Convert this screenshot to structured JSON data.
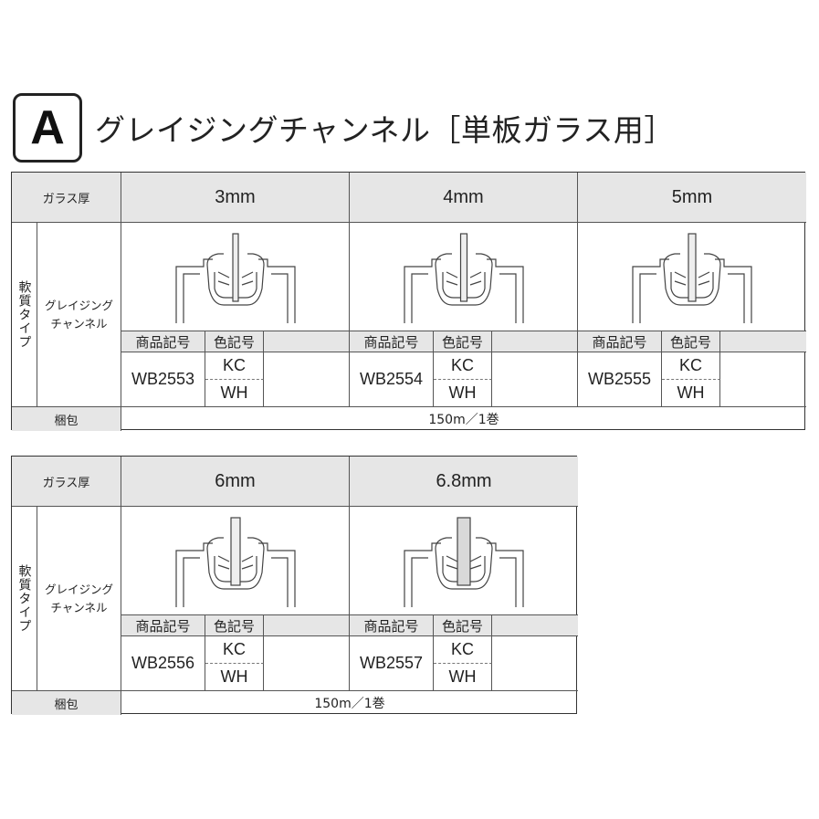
{
  "header": {
    "badge": "A",
    "title": "グレイジングチャンネル［単板ガラス用］"
  },
  "labels": {
    "glass_thickness": "ガラス厚",
    "soft_type": "軟質タイプ",
    "channel_line1": "グレイジング",
    "channel_line2": "チャンネル",
    "product_code": "商品記号",
    "color_code": "色記号",
    "packaging": "梱包"
  },
  "tables": [
    {
      "packaging": "150m／1巻",
      "columns": [
        {
          "thickness": "3mm",
          "code": "WB2553",
          "colors": [
            "KC",
            "WH"
          ]
        },
        {
          "thickness": "4mm",
          "code": "WB2554",
          "colors": [
            "KC",
            "WH"
          ]
        },
        {
          "thickness": "5mm",
          "code": "WB2555",
          "colors": [
            "KC",
            "WH"
          ]
        }
      ]
    },
    {
      "packaging": "150m／1巻",
      "columns": [
        {
          "thickness": "6mm",
          "code": "WB2556",
          "colors": [
            "KC",
            "WH"
          ]
        },
        {
          "thickness": "6.8mm",
          "code": "WB2557",
          "colors": [
            "KC",
            "WH"
          ]
        }
      ]
    }
  ]
}
